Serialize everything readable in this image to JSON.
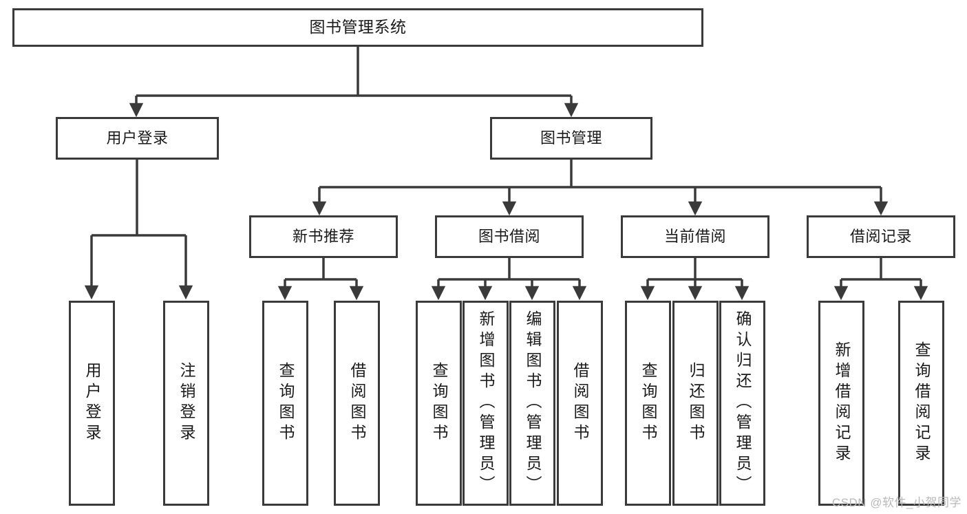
{
  "diagram": {
    "title": "图书管理系统",
    "type": "tree",
    "line_color": "#3a3a3a",
    "box_fill": "#ffffff",
    "text_color": "#1a1a1a",
    "watermark": "CSDN @软件_小贺同学",
    "nodes": {
      "root": {
        "label": "图书管理系统"
      },
      "level2": [
        {
          "id": "user-login",
          "label": "用户登录"
        },
        {
          "id": "book-manage",
          "label": "图书管理"
        }
      ],
      "level3": [
        {
          "id": "new-book-recommend",
          "label": "新书推荐"
        },
        {
          "id": "book-borrow",
          "label": "图书借阅"
        },
        {
          "id": "current-borrow",
          "label": "当前借阅"
        },
        {
          "id": "borrow-record",
          "label": "借阅记录"
        }
      ],
      "leaves": {
        "user_login": [
          {
            "id": "leaf-user-login",
            "label": "用户登录"
          },
          {
            "id": "leaf-logout",
            "label": "注销登录"
          }
        ],
        "new_book_recommend": [
          {
            "id": "leaf-query-book-1",
            "label": "查询图书"
          },
          {
            "id": "leaf-borrow-book-1",
            "label": "借阅图书"
          }
        ],
        "book_borrow": [
          {
            "id": "leaf-query-book-2",
            "label": "查询图书"
          },
          {
            "id": "leaf-add-book",
            "label": "新增图书（管理员）"
          },
          {
            "id": "leaf-edit-book",
            "label": "编辑图书（管理员）"
          },
          {
            "id": "leaf-borrow-book-2",
            "label": "借阅图书"
          }
        ],
        "current_borrow": [
          {
            "id": "leaf-query-book-3",
            "label": "查询图书"
          },
          {
            "id": "leaf-return-book",
            "label": "归还图书"
          },
          {
            "id": "leaf-confirm-return",
            "label": "确认归还（管理员）"
          }
        ],
        "borrow_record": [
          {
            "id": "leaf-add-record",
            "label": "新增借阅记录"
          },
          {
            "id": "leaf-query-record",
            "label": "查询借阅记录"
          }
        ]
      }
    }
  }
}
